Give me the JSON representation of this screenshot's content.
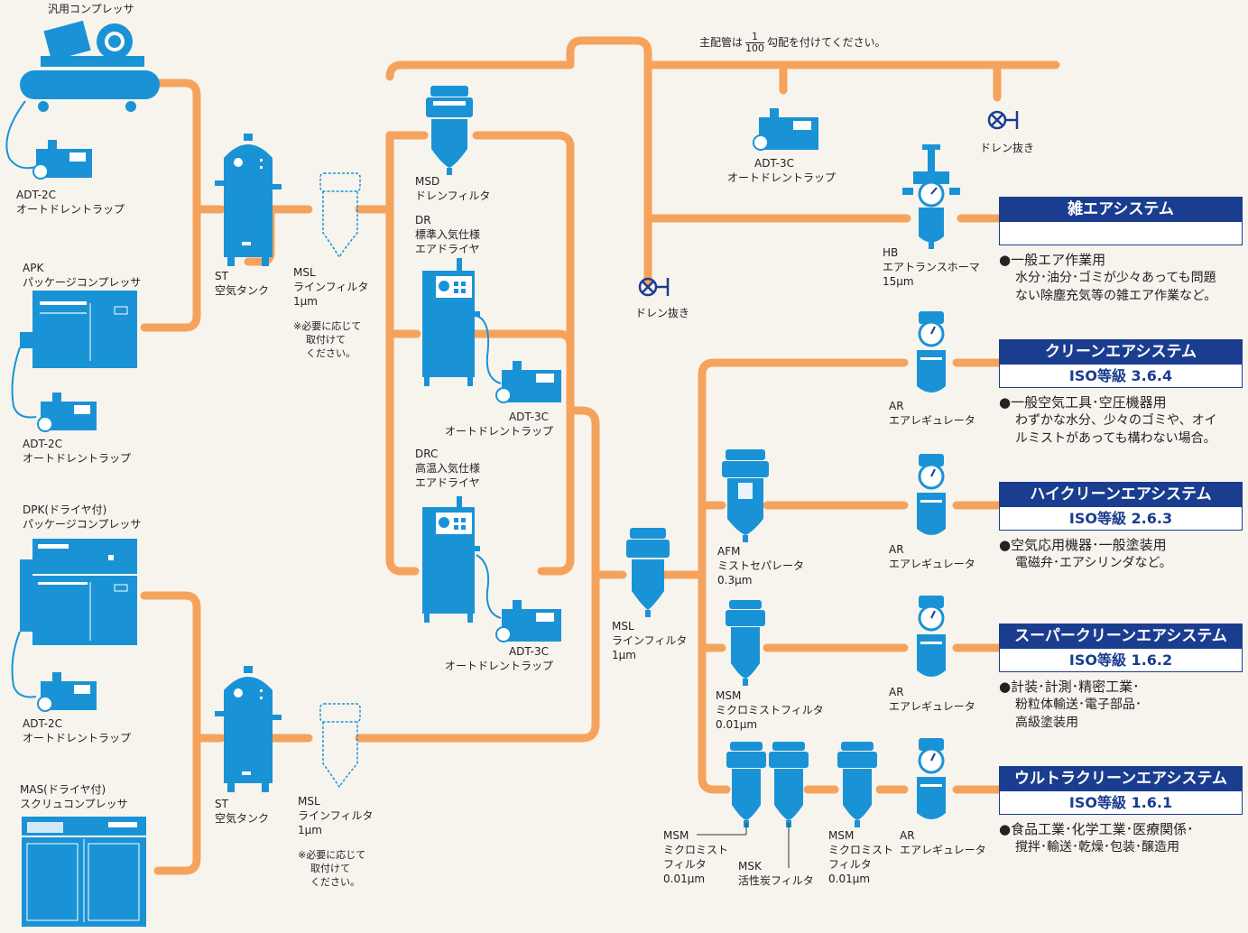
{
  "colors": {
    "pipe": "#f5a35c",
    "equipment": "#1a93d6",
    "system_header": "#1a3d8f"
  },
  "labels": {
    "compressor_top": "汎用コンプレッサ",
    "adt2c_1": [
      "ADT-2C",
      "オートドレントラップ"
    ],
    "apk": [
      "APK",
      "パッケージコンプレッサ"
    ],
    "adt2c_2": [
      "ADT-2C",
      "オートドレントラップ"
    ],
    "dpk": [
      "DPK(ドライヤ付)",
      "パッケージコンプレッサ"
    ],
    "adt2c_3": [
      "ADT-2C",
      "オートドレントラップ"
    ],
    "mas": [
      "MAS(ドライヤ付)",
      "スクリュコンプレッサ"
    ],
    "st_1": [
      "ST",
      "空気タンク"
    ],
    "st_2": [
      "ST",
      "空気タンク"
    ],
    "msl_1": [
      "MSL",
      "ラインフィルタ",
      "1μm"
    ],
    "msl_1_note": [
      "※必要に応じて",
      "取付けて",
      "ください。"
    ],
    "msl_2": [
      "MSL",
      "ラインフィルタ",
      "1μm"
    ],
    "msl_2_note": [
      "※必要に応じて",
      "取付けて",
      "ください。"
    ],
    "msd": [
      "MSD",
      "ドレンフィルタ"
    ],
    "dr": [
      "DR",
      "標準入気仕様",
      "エアドライヤ"
    ],
    "adt3c_1": [
      "ADT-3C",
      "オートドレントラップ"
    ],
    "drc": [
      "DRC",
      "高温入気仕様",
      "エアドライヤ"
    ],
    "adt3c_2": [
      "ADT-3C",
      "オートドレントラップ"
    ],
    "drain_1": "ドレン抜き",
    "adt3c_top": [
      "ADT-3C",
      "オートドレントラップ"
    ],
    "drain_2": "ドレン抜き",
    "hb": [
      "HB",
      "エアトランスホーマ",
      "15μm"
    ],
    "msl_main": [
      "MSL",
      "ラインフィルタ",
      "1μm"
    ],
    "afm": [
      "AFM",
      "ミストセパレータ",
      "0.3μm"
    ],
    "msm_1": [
      "MSM",
      "ミクロミストフィルタ",
      "0.01μm"
    ],
    "msm_2": [
      "MSM",
      "ミクロミスト",
      "フィルタ",
      "0.01μm"
    ],
    "msk": [
      "MSK",
      "活性炭フィルタ"
    ],
    "msm_3": [
      "MSM",
      "ミクロミスト",
      "フィルタ",
      "0.01μm"
    ],
    "ar_1": [
      "AR",
      "エアレギュレータ"
    ],
    "ar_2": [
      "AR",
      "エアレギュレータ"
    ],
    "ar_3": [
      "AR",
      "エアレギュレータ"
    ],
    "ar_4": [
      "AR",
      "エアレギュレータ"
    ]
  },
  "slope_note": {
    "prefix": "主配管は",
    "numerator": "1",
    "denominator": "100",
    "suffix": "勾配を付けてください。"
  },
  "systems": [
    {
      "name": "雑エアシステム",
      "iso": "",
      "use": "●一般エア作業用",
      "desc": [
        "水分･油分･ゴミが少々あっても問題",
        "ない除塵充気等の雑エア作業など。"
      ]
    },
    {
      "name": "クリーンエアシステム",
      "iso": "ISO等級 3.6.4",
      "use": "●一般空気工具･空圧機器用",
      "desc": [
        "わずかな水分、少々のゴミや、オイ",
        "ルミストがあっても構わない場合。"
      ]
    },
    {
      "name": "ハイクリーンエアシステム",
      "iso": "ISO等級 2.6.3",
      "use": "●空気応用機器･一般塗装用",
      "desc": [
        "電磁弁･エアシリンダなど。"
      ]
    },
    {
      "name": "スーパークリーンエアシステム",
      "iso": "ISO等級 1.6.2",
      "use": "●計装･計測･精密工業･",
      "desc": [
        "粉粒体輸送･電子部品･",
        "高級塗装用"
      ]
    },
    {
      "name": "ウルトラクリーンエアシステム",
      "iso": "ISO等級 1.6.1",
      "use": "●食品工業･化学工業･医療関係･",
      "desc": [
        "撹拌･輸送･乾燥･包装･醸造用"
      ]
    }
  ]
}
